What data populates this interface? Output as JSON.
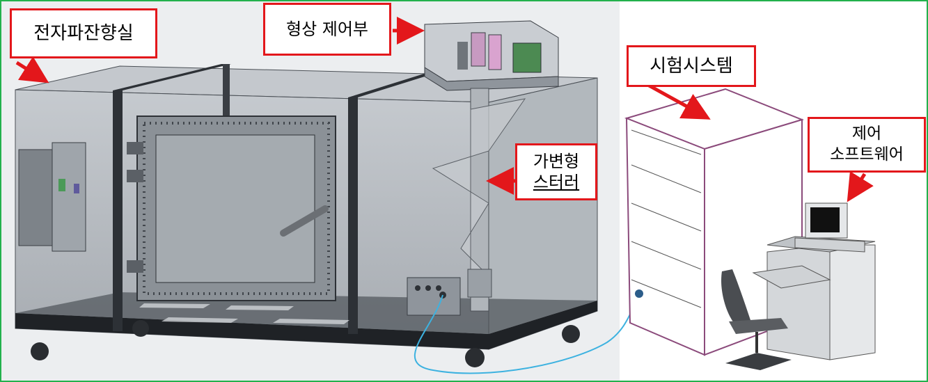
{
  "labels": {
    "chamber": "전자파잔향실",
    "shape_controller": "형상 제어부",
    "test_system": "시험시스템",
    "control_software_line1": "제어",
    "control_software_line2": "소프트웨어",
    "stirrer_line1": "가변형",
    "stirrer_line2": "스터러"
  },
  "colors": {
    "callout_border": "#e3171b",
    "arrow": "#e3171b",
    "frame_border": "#22b14c",
    "cable": "#3db2e0",
    "rack_outline": "#8b4a7b",
    "chamber_panel": "#9aa0a6",
    "chamber_frame": "#3a3e44"
  }
}
